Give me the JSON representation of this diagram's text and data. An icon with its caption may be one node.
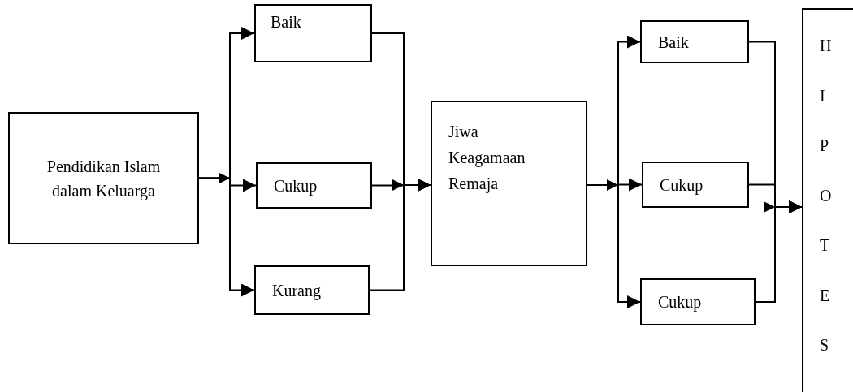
{
  "diagram": {
    "nodes": [
      {
        "text": [
          "Pendidikan Islam dalam Keluarga"
        ]
      },
      {
        "text": [
          "Baik"
        ]
      },
      {
        "text": [
          "Cukup"
        ]
      },
      {
        "text": [
          "Kurang"
        ]
      },
      {
        "text": [
          "Jiwa Keagamaan Remaja"
        ]
      },
      {
        "text": [
          "Baik"
        ]
      },
      {
        "text": [
          "Cukup"
        ]
      },
      {
        "text": [
          "Cukup"
        ]
      },
      {
        "text": [
          "HIPOTES"
        ]
      }
    ],
    "edges": [
      {
        "from": 0,
        "to": 1,
        "arrow": "to"
      },
      {
        "from": 0,
        "to": 2,
        "arrow": "to"
      },
      {
        "from": 0,
        "to": 3,
        "arrow": "to"
      },
      {
        "from": 1,
        "to": 4,
        "arrow": "to"
      },
      {
        "from": 2,
        "to": 4,
        "arrow": "to"
      },
      {
        "from": 3,
        "to": 4,
        "arrow": "to"
      },
      {
        "from": 4,
        "to": 5,
        "arrow": "to"
      },
      {
        "from": 4,
        "to": 6,
        "arrow": "to"
      },
      {
        "from": 4,
        "to": 7,
        "arrow": "to"
      },
      {
        "from": 5,
        "to": 8,
        "arrow": "to"
      },
      {
        "from": 6,
        "to": 8,
        "arrow": "to"
      },
      {
        "from": 7,
        "to": 8,
        "arrow": "to"
      }
    ]
  }
}
